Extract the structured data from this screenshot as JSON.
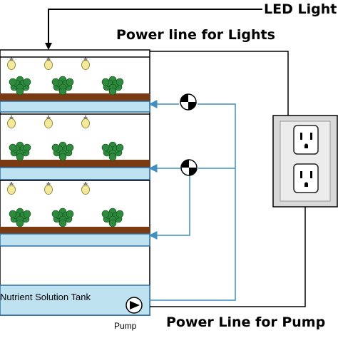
{
  "labels": {
    "led_lights": "LED Light",
    "power_line_lights": "Power line for Lights",
    "power_line_pump": "Power Line for Pump",
    "pump": "Pump",
    "tank": "Nutrient Solution Tank"
  },
  "colors": {
    "channel_fill": "#bfe2f0",
    "channel_stroke": "#2a6fa8",
    "soil": "#7a3b13",
    "plant": "#2e8b3e",
    "bulb": "#f4e89a",
    "pipe": "#3f8fc2",
    "wire": "#000000"
  },
  "icons": {
    "bulb": "led-bulb-icon",
    "plant": "plant-icon",
    "valve": "valve-icon",
    "pump": "pump-icon",
    "outlet": "power-outlet-icon"
  }
}
